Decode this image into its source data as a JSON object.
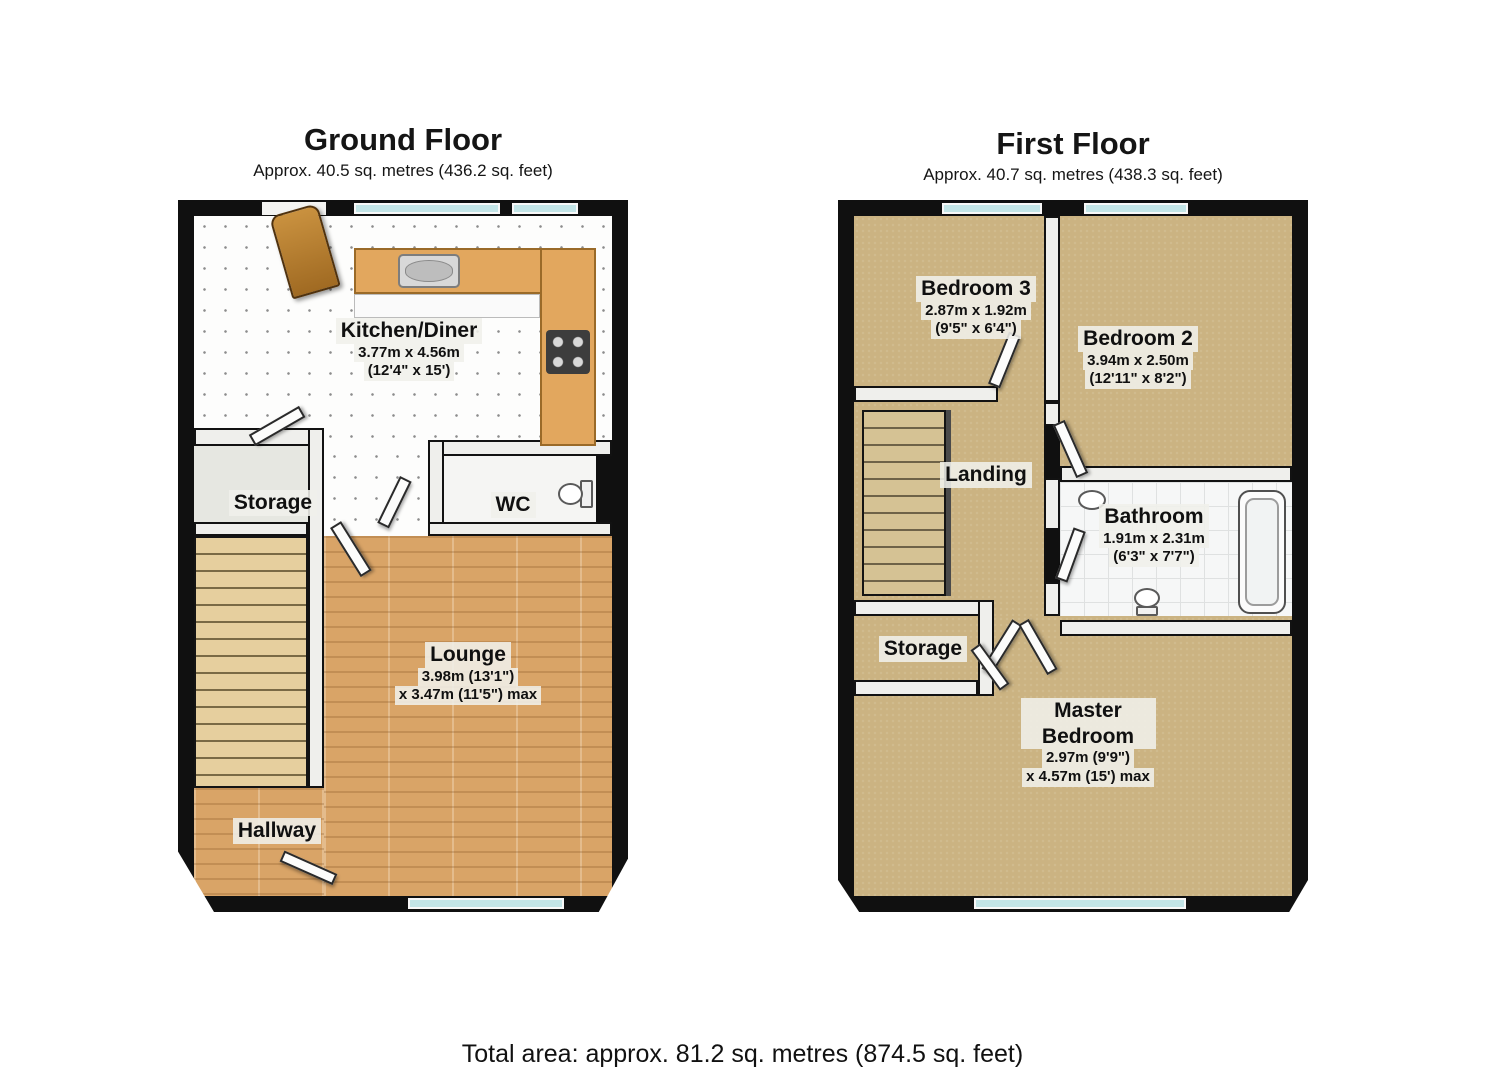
{
  "ground_floor": {
    "title": "Ground Floor",
    "subtitle": "Approx. 40.5 sq. metres (436.2 sq. feet)",
    "rooms": {
      "kitchen_diner": {
        "name": "Kitchen/Diner",
        "dims_metric": "3.77m x 4.56m",
        "dims_imperial": "(12'4\" x 15')"
      },
      "storage": {
        "name": "Storage"
      },
      "wc": {
        "name": "WC"
      },
      "lounge": {
        "name": "Lounge",
        "dims_metric": "3.98m (13'1\")",
        "dims_imperial": "x 3.47m (11'5\") max"
      },
      "hallway": {
        "name": "Hallway"
      }
    }
  },
  "first_floor": {
    "title": "First Floor",
    "subtitle": "Approx. 40.7 sq. metres (438.3 sq. feet)",
    "rooms": {
      "bedroom_3": {
        "name": "Bedroom 3",
        "dims_metric": "2.87m x 1.92m",
        "dims_imperial": "(9'5\" x 6'4\")"
      },
      "bedroom_2": {
        "name": "Bedroom 2",
        "dims_metric": "3.94m x 2.50m",
        "dims_imperial": "(12'11\" x 8'2\")"
      },
      "landing": {
        "name": "Landing"
      },
      "bathroom": {
        "name": "Bathroom",
        "dims_metric": "1.91m x 2.31m",
        "dims_imperial": "(6'3\" x 7'7\")"
      },
      "storage": {
        "name": "Storage"
      },
      "master_bedroom": {
        "name": "Master Bedroom",
        "dims_metric": "2.97m (9'9\")",
        "dims_imperial": "x 4.57m (15') max"
      }
    }
  },
  "footer": {
    "total_area": "Total area: approx. 81.2 sq. metres (874.5 sq. feet)"
  },
  "colors": {
    "wall": "#101010",
    "window_glass": "#c3e5e7",
    "wood_floor": "#d9a467",
    "carpet": "#cbb382",
    "kitchen_counter": "#e2a75e",
    "front_door_wood": "#b97f33"
  }
}
